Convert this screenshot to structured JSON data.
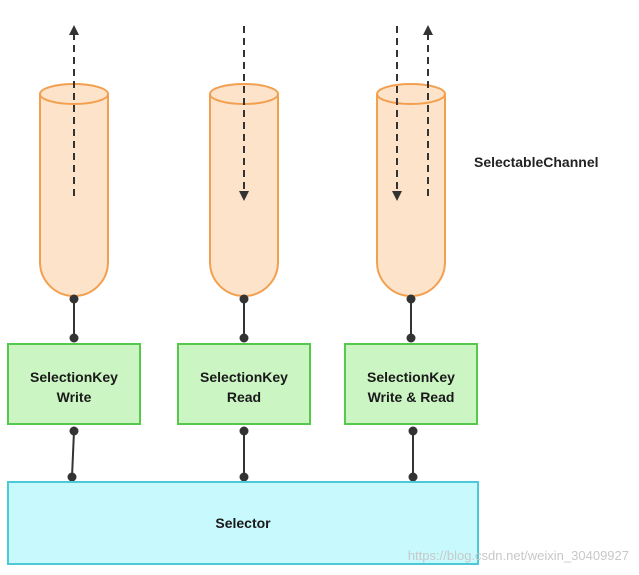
{
  "channel_label": "SelectableChannel",
  "selector_label": "Selector",
  "selection_keys": [
    {
      "line1": "SelectionKey",
      "line2": "Write"
    },
    {
      "line1": "SelectionKey",
      "line2": "Read"
    },
    {
      "line1": "SelectionKey",
      "line2": "Write & Read"
    }
  ],
  "watermark": "https://blog.csdn.net/weixin_30409927",
  "colors": {
    "channel_fill": "#fde3c9",
    "channel_stroke": "#f2a050",
    "key_fill": "#ccf5c4",
    "key_stroke": "#55c94b",
    "selector_fill": "#c8f9fc",
    "selector_stroke": "#4cc9d6",
    "connector": "#333333"
  }
}
